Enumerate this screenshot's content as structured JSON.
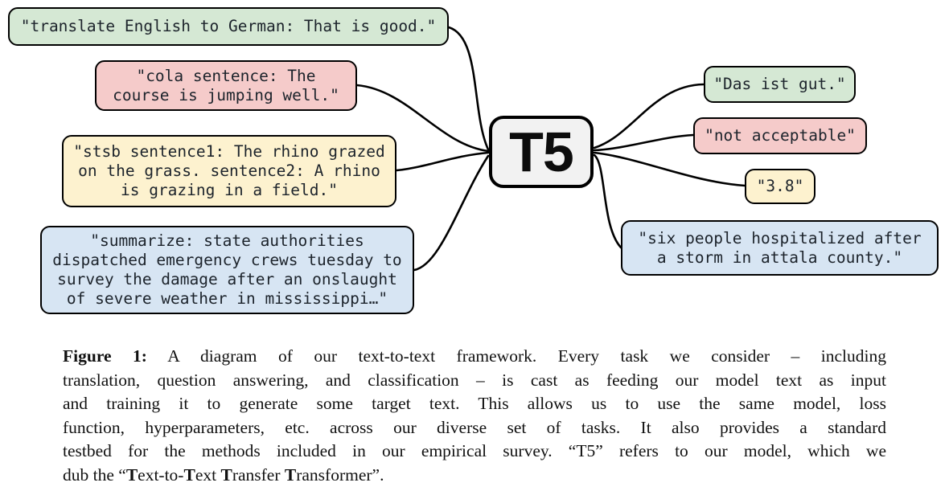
{
  "figure": {
    "model_label": "T5",
    "colors": {
      "green": "#d5e8d4",
      "pink": "#f5cbca",
      "yellow": "#fdf2cf",
      "blue": "#d7e5f3",
      "gray": "#f2f2f2",
      "stroke": "#000000"
    },
    "inputs": [
      {
        "task": "translation",
        "text": "\"translate English to German: That is good.\""
      },
      {
        "task": "cola",
        "text": "\"cola sentence: The\ncourse is jumping well.\""
      },
      {
        "task": "stsb",
        "text": "\"stsb sentence1: The rhino grazed\non the grass. sentence2: A rhino\nis grazing in a field.\""
      },
      {
        "task": "summarization",
        "text": "\"summarize: state authorities\ndispatched emergency crews tuesday to\nsurvey the damage after an onslaught\nof severe weather in mississippi…\""
      }
    ],
    "outputs": [
      {
        "task": "translation",
        "text": "\"Das ist gut.\""
      },
      {
        "task": "cola",
        "text": "\"not acceptable\""
      },
      {
        "task": "stsb",
        "text": "\"3.8\""
      },
      {
        "task": "summarization",
        "text": "\"six people hospitalized after\na storm in attala county.\""
      }
    ]
  },
  "caption": {
    "lines": [
      [
        {
          "t": "Figure 1:",
          "b": true
        },
        {
          "t": " A diagram of our text-to-text framework. Every task we consider – including"
        }
      ],
      [
        {
          "t": "translation, question answering, and classification – is cast as feeding our model text as input"
        }
      ],
      [
        {
          "t": "and training it to generate some target text. This allows us to use the same model, loss"
        }
      ],
      [
        {
          "t": "function, hyperparameters, etc. across our diverse set of tasks. It also provides a standard"
        }
      ],
      [
        {
          "t": "testbed for the methods included in our empirical survey. “T5” refers to our model, which we"
        }
      ],
      [
        {
          "t": "dub the “"
        },
        {
          "t": "T",
          "b": true
        },
        {
          "t": "ext-to-"
        },
        {
          "t": "T",
          "b": true
        },
        {
          "t": "ext "
        },
        {
          "t": "T",
          "b": true
        },
        {
          "t": "ransfer "
        },
        {
          "t": "T",
          "b": true
        },
        {
          "t": "ransformer”."
        }
      ]
    ]
  }
}
